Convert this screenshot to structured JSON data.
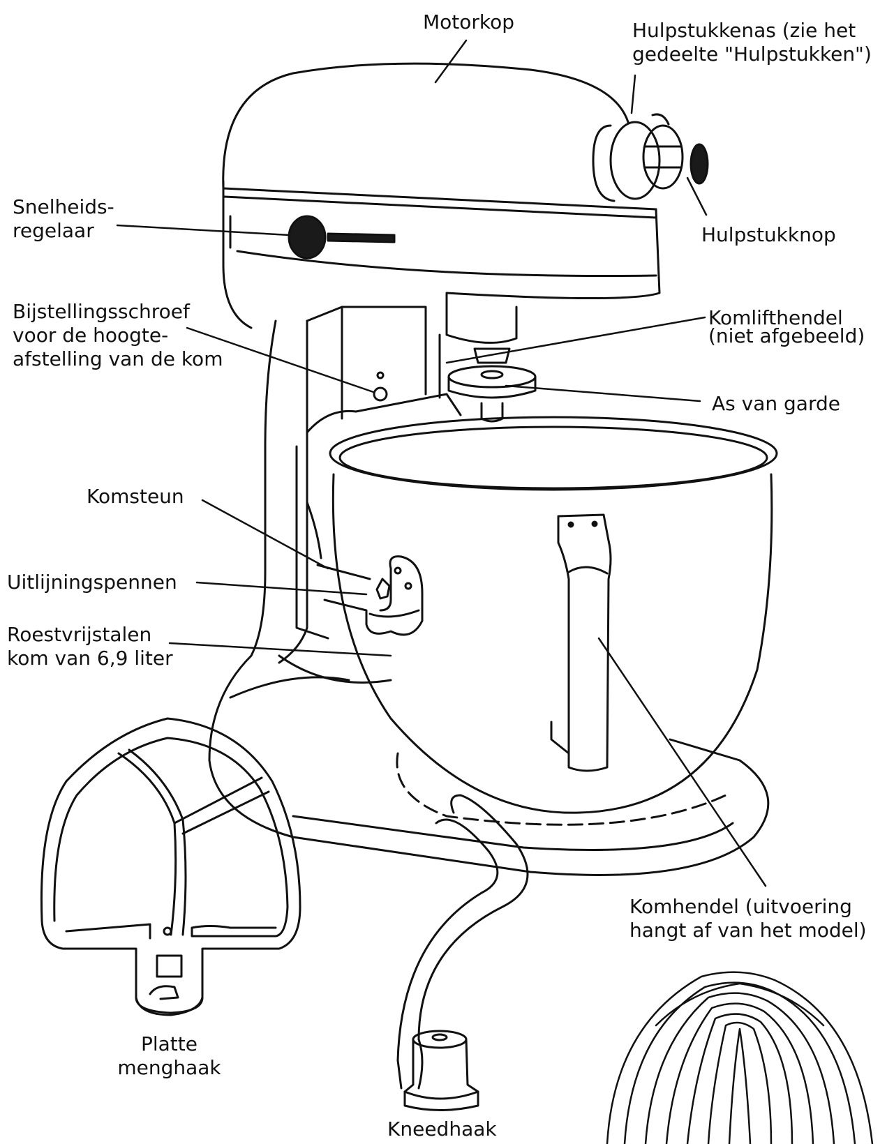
{
  "colors": {
    "ink": "#111111",
    "paper": "#ffffff",
    "knob": "#1a1a1a"
  },
  "labels": {
    "motorkop": "Motorkop",
    "hulpstukkenas": [
      "Hulpstukkenas (zie het",
      "gedeelte \"Hulpstukken\")"
    ],
    "hulpstukknop": "Hulpstukknop",
    "snelheidsregelaar": [
      "Snelheids-",
      "regelaar"
    ],
    "bijstellingsschroef": [
      "Bijstellingsschroef",
      "voor de hoogte-",
      "afstelling van de kom"
    ],
    "komlifthendel": [
      "Komlifthendel",
      "(niet afgebeeld)"
    ],
    "as_van_garde": "As van garde",
    "komsteun": "Komsteun",
    "uitlijningspennen": "Uitlijningspennen",
    "roestvrijstalen_kom": [
      "Roestvrijstalen",
      "kom van 6,9 liter"
    ],
    "komhendel": [
      "Komhendel (uitvoering",
      "hangt af van het model)"
    ],
    "platte_menghaak": [
      "Platte",
      "menghaak"
    ],
    "kneedhaak": "Kneedhaak"
  }
}
